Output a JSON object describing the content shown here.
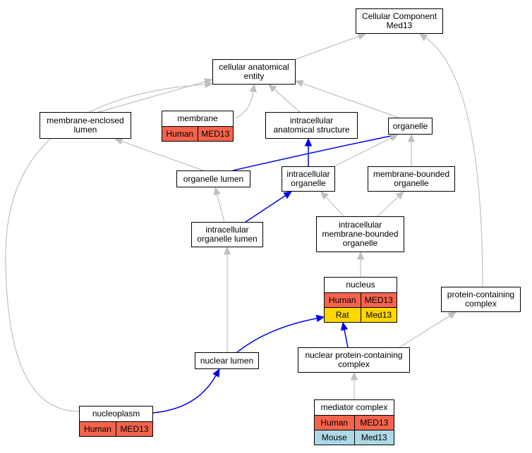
{
  "colors": {
    "human": "#f4634c",
    "rat": "#ffd700",
    "mouse": "#add8e6",
    "edge_gray": "#c0c0c0",
    "edge_blue": "#0000ee"
  },
  "nodes": {
    "cellular_component": {
      "title": "Cellular Component\nMed13"
    },
    "cellular_anatomical_entity": {
      "title": "cellular anatomical\nentity"
    },
    "membrane_enclosed_lumen": {
      "title": "membrane-enclosed\nlumen"
    },
    "membrane": {
      "title": "membrane",
      "annotations": [
        {
          "species": "Human",
          "gene": "MED13",
          "color_key": "human"
        }
      ]
    },
    "intracellular_anatomical_structure": {
      "title": "intracellular\nanatomical structure"
    },
    "organelle": {
      "title": "organelle"
    },
    "organelle_lumen": {
      "title": "organelle lumen"
    },
    "intracellular_organelle": {
      "title": "intracellular\norganelle"
    },
    "membrane_bounded_organelle": {
      "title": "membrane-bounded\norganelle"
    },
    "intracellular_organelle_lumen": {
      "title": "intracellular\norganelle lumen"
    },
    "intracellular_membrane_bounded_organelle": {
      "title": "intracellular\nmembrane-bounded\norganelle"
    },
    "nucleus": {
      "title": "nucleus",
      "annotations": [
        {
          "species": "Human",
          "gene": "MED13",
          "color_key": "human"
        },
        {
          "species": "Rat",
          "gene": "Med13",
          "color_key": "rat"
        }
      ]
    },
    "protein_containing_complex": {
      "title": "protein-containing\ncomplex"
    },
    "nuclear_lumen": {
      "title": "nuclear lumen"
    },
    "nuclear_protein_containing_complex": {
      "title": "nuclear protein-containing\ncomplex"
    },
    "nucleoplasm": {
      "title": "nucleoplasm",
      "annotations": [
        {
          "species": "Human",
          "gene": "MED13",
          "color_key": "human"
        }
      ]
    },
    "mediator_complex": {
      "title": "mediator complex",
      "annotations": [
        {
          "species": "Human",
          "gene": "MED13",
          "color_key": "human"
        },
        {
          "species": "Mouse",
          "gene": "Med13",
          "color_key": "mouse"
        }
      ]
    }
  },
  "edges": [
    {
      "from": "cellular_anatomical_entity",
      "to": "cellular_component",
      "style": "gray"
    },
    {
      "from": "protein_containing_complex",
      "to": "cellular_component",
      "style": "gray"
    },
    {
      "from": "membrane_enclosed_lumen",
      "to": "cellular_anatomical_entity",
      "style": "gray"
    },
    {
      "from": "membrane",
      "to": "cellular_anatomical_entity",
      "style": "gray"
    },
    {
      "from": "intracellular_anatomical_structure",
      "to": "cellular_anatomical_entity",
      "style": "gray"
    },
    {
      "from": "organelle",
      "to": "cellular_anatomical_entity",
      "style": "gray"
    },
    {
      "from": "nucleoplasm",
      "to": "cellular_anatomical_entity",
      "style": "gray"
    },
    {
      "from": "organelle_lumen",
      "to": "membrane_enclosed_lumen",
      "style": "gray"
    },
    {
      "from": "organelle_lumen",
      "to": "organelle",
      "style": "blue"
    },
    {
      "from": "intracellular_organelle",
      "to": "intracellular_anatomical_structure",
      "style": "blue"
    },
    {
      "from": "intracellular_organelle",
      "to": "organelle",
      "style": "gray"
    },
    {
      "from": "membrane_bounded_organelle",
      "to": "organelle",
      "style": "gray"
    },
    {
      "from": "intracellular_organelle_lumen",
      "to": "organelle_lumen",
      "style": "gray"
    },
    {
      "from": "intracellular_organelle_lumen",
      "to": "intracellular_organelle",
      "style": "blue"
    },
    {
      "from": "intracellular_membrane_bounded_organelle",
      "to": "intracellular_organelle",
      "style": "gray"
    },
    {
      "from": "intracellular_membrane_bounded_organelle",
      "to": "membrane_bounded_organelle",
      "style": "gray"
    },
    {
      "from": "nucleus",
      "to": "intracellular_membrane_bounded_organelle",
      "style": "gray"
    },
    {
      "from": "nuclear_lumen",
      "to": "intracellular_organelle_lumen",
      "style": "gray"
    },
    {
      "from": "nuclear_lumen",
      "to": "nucleus",
      "style": "blue"
    },
    {
      "from": "nuclear_protein_containing_complex",
      "to": "nucleus",
      "style": "blue"
    },
    {
      "from": "nuclear_protein_containing_complex",
      "to": "protein_containing_complex",
      "style": "gray"
    },
    {
      "from": "nucleoplasm",
      "to": "nuclear_lumen",
      "style": "blue"
    },
    {
      "from": "mediator_complex",
      "to": "nuclear_protein_containing_complex",
      "style": "gray"
    }
  ]
}
